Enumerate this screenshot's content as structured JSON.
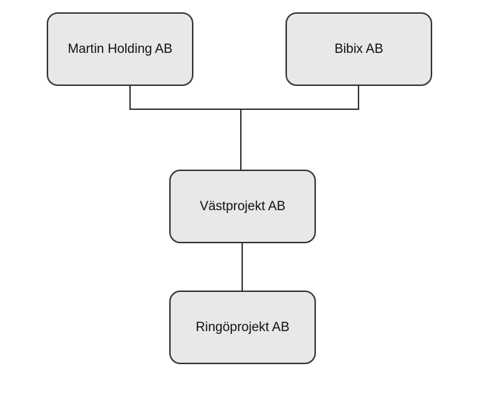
{
  "nodes": {
    "martin_holding": {
      "label": "Martin Holding AB"
    },
    "bibix": {
      "label": "Bibix AB"
    },
    "vastprojekt": {
      "label": "Västprojekt AB"
    },
    "ringoprojekt": {
      "label": "Ringöprojekt AB"
    }
  },
  "edges": [
    {
      "from": "martin_holding",
      "to": "vastprojekt"
    },
    {
      "from": "bibix",
      "to": "vastprojekt"
    },
    {
      "from": "vastprojekt",
      "to": "ringoprojekt"
    }
  ],
  "colors": {
    "node_fill": "#e8e8e8",
    "node_border": "#333333",
    "line": "#333333",
    "text": "#111111"
  }
}
